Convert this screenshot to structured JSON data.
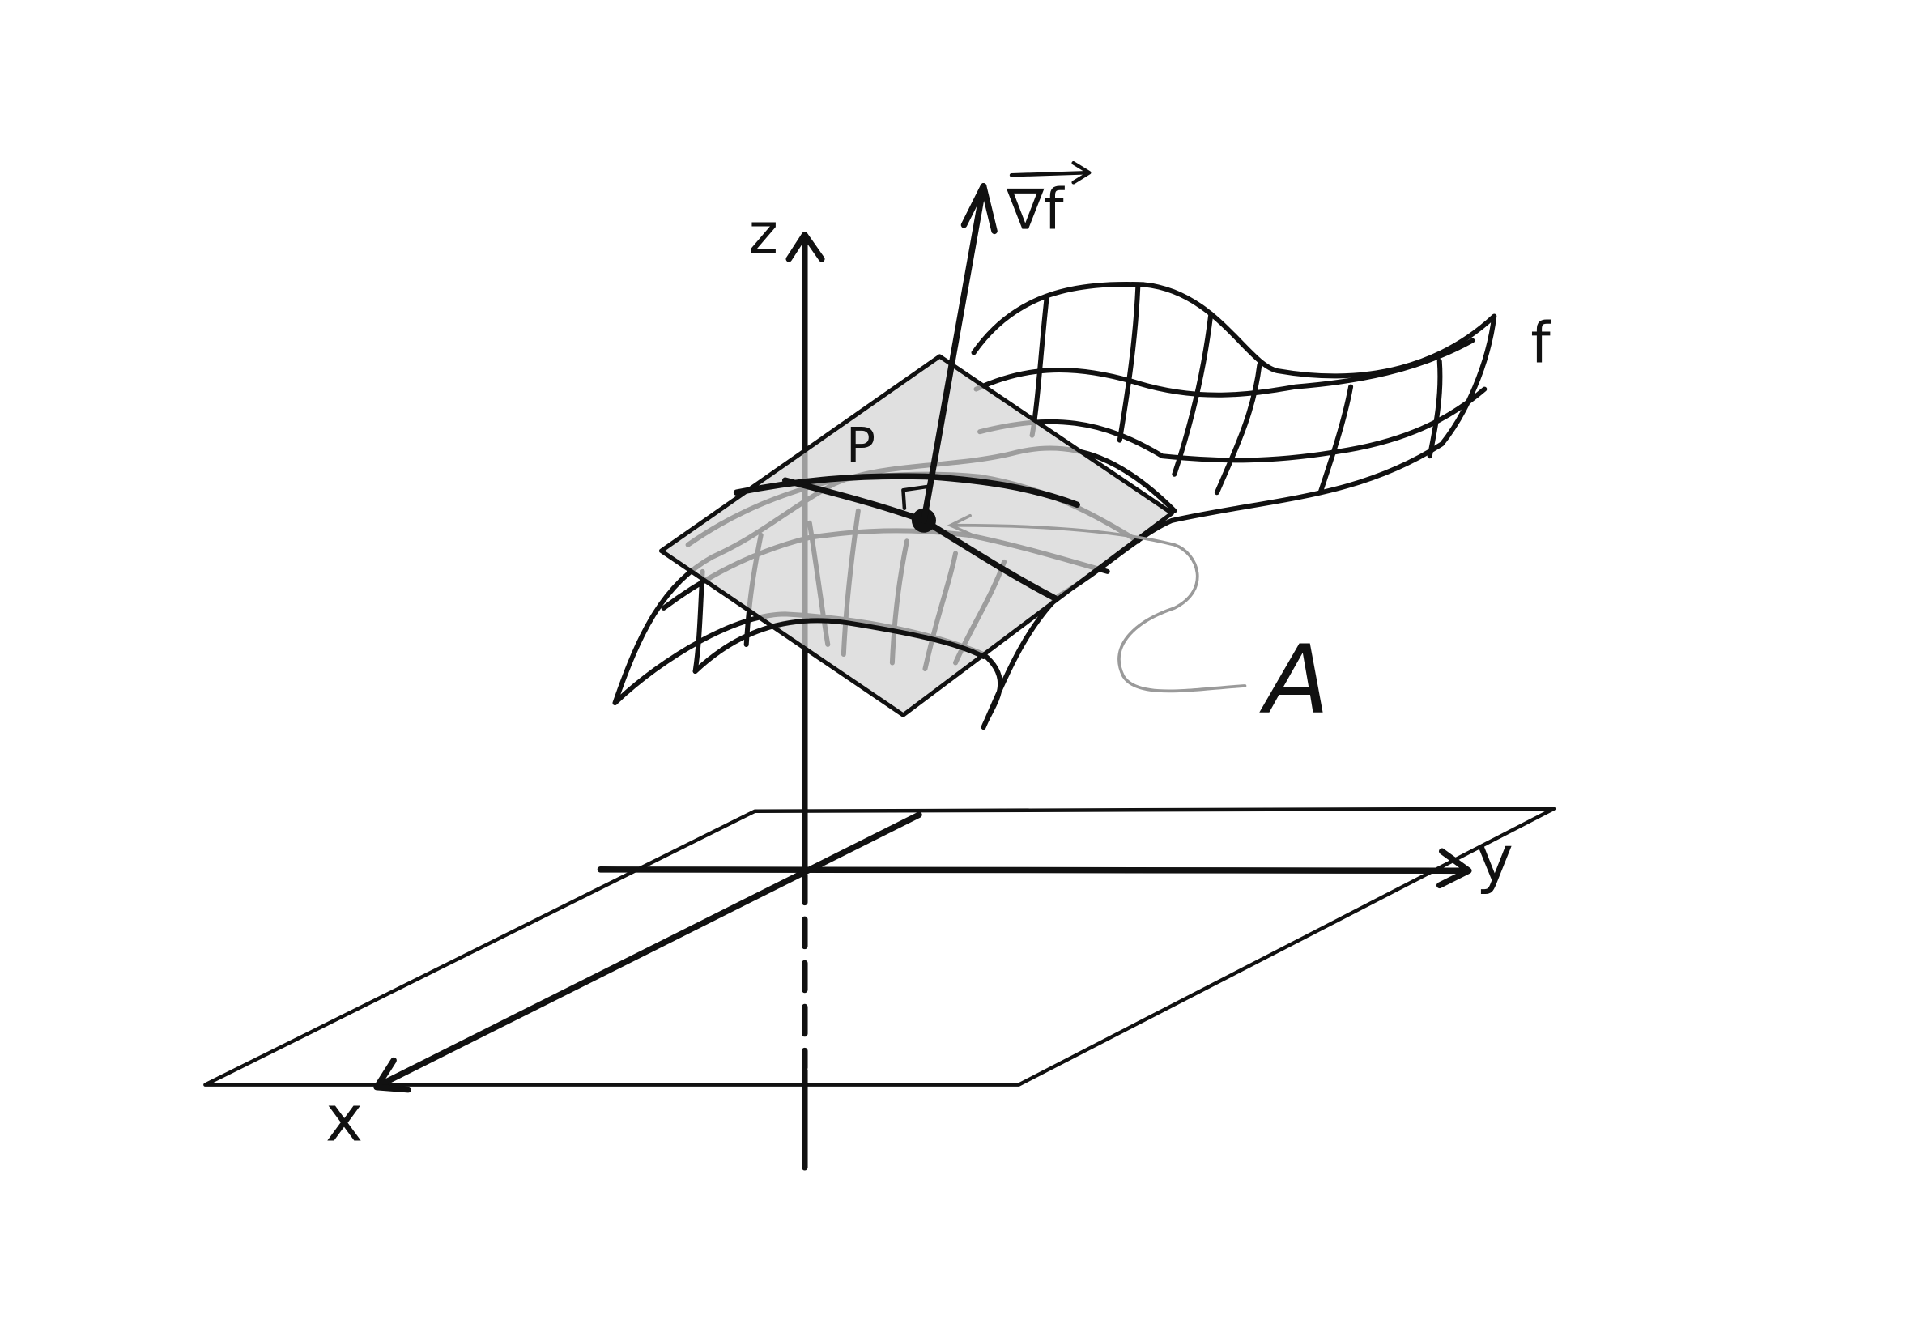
{
  "labels": {
    "z_axis": "z",
    "y_axis": "y",
    "x_axis": "x",
    "surface": "f",
    "point": "P",
    "gradient": "∇f",
    "plane": "A"
  },
  "colors": {
    "ink": "#111111",
    "plane_fill": "#d4d4d4",
    "pencil": "#9a9a9a",
    "background": "#ffffff"
  }
}
